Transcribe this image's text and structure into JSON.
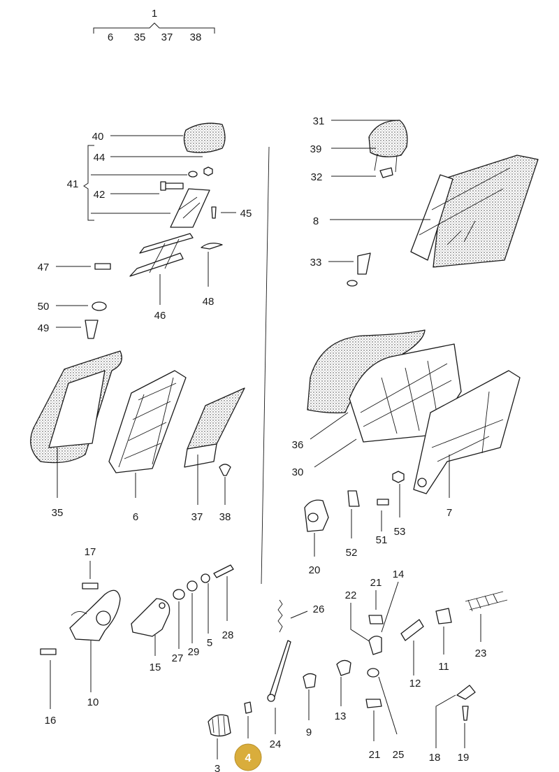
{
  "top_group": {
    "label": "1",
    "members": [
      "6",
      "35",
      "37",
      "38"
    ]
  },
  "group_41_label": "41",
  "labels": {
    "l40": "40",
    "l44": "44",
    "l42": "42",
    "l45": "45",
    "l47": "47",
    "l46": "46",
    "l48": "48",
    "l50": "50",
    "l49": "49",
    "l35": "35",
    "l6": "6",
    "l37": "37",
    "l38": "38",
    "l31": "31",
    "l39": "39",
    "l32": "32",
    "l8": "8",
    "l33": "33",
    "l36": "36",
    "l30": "30",
    "l7": "7",
    "l20": "20",
    "l52": "52",
    "l51": "51",
    "l53": "53",
    "l17": "17",
    "l16": "16",
    "l10": "10",
    "l15": "15",
    "l27": "27",
    "l29": "29",
    "l5": "5",
    "l28": "28",
    "l26": "26",
    "l24": "24",
    "l3": "3",
    "l9": "9",
    "l13": "13",
    "l22": "22",
    "l21a": "21",
    "l14": "14",
    "l21b": "21",
    "l25": "25",
    "l12": "12",
    "l11": "11",
    "l23": "23",
    "l18": "18",
    "l19": "19"
  },
  "highlight": {
    "label": "4",
    "color": "#d9ad3c"
  }
}
